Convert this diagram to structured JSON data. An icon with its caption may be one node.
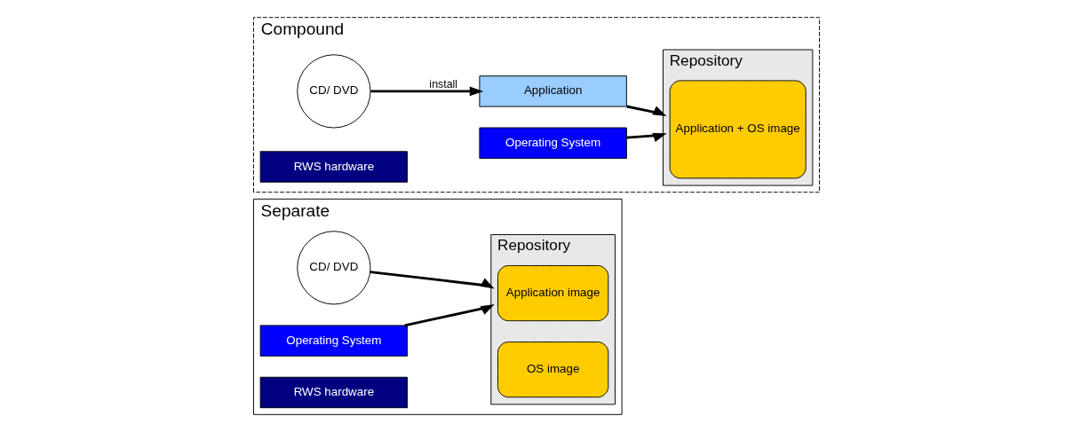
{
  "diagram": {
    "nodes": [
      {
        "text": [
          "Separate"
        ]
      },
      {
        "text": [
          "CD/ DVD"
        ],
        "in": 0
      },
      {
        "text": [
          "Operating System"
        ],
        "in": 0
      },
      {
        "text": [
          "RWS hardware"
        ],
        "in": 0
      },
      {
        "text": [
          "Repository"
        ],
        "in": 0
      },
      {
        "text": [
          "Application image"
        ],
        "in": 4
      },
      {
        "text": [
          "OS image"
        ],
        "in": 4
      },
      {
        "text": [
          "Compound"
        ]
      },
      {
        "text": [
          "CD/ DVD"
        ],
        "in": 7
      },
      {
        "text": [
          "Application"
        ],
        "in": 7
      },
      {
        "text": [
          "Operating System"
        ],
        "in": 7
      },
      {
        "text": [
          "RWS hardware"
        ],
        "in": 7
      },
      {
        "text": [
          "Repository"
        ],
        "in": 7
      },
      {
        "text": [
          "Application + OS image"
        ],
        "in": 12
      }
    ],
    "edges": [
      {
        "from": 1,
        "to": 4,
        "arrow": "to"
      },
      {
        "from": 2,
        "to": 4,
        "arrow": "to"
      },
      {
        "from": 8,
        "to": 9,
        "arrow": "to",
        "label": "install"
      },
      {
        "from": 9,
        "to": 12,
        "arrow": "to"
      },
      {
        "from": 10,
        "to": 12,
        "arrow": "to"
      }
    ]
  }
}
